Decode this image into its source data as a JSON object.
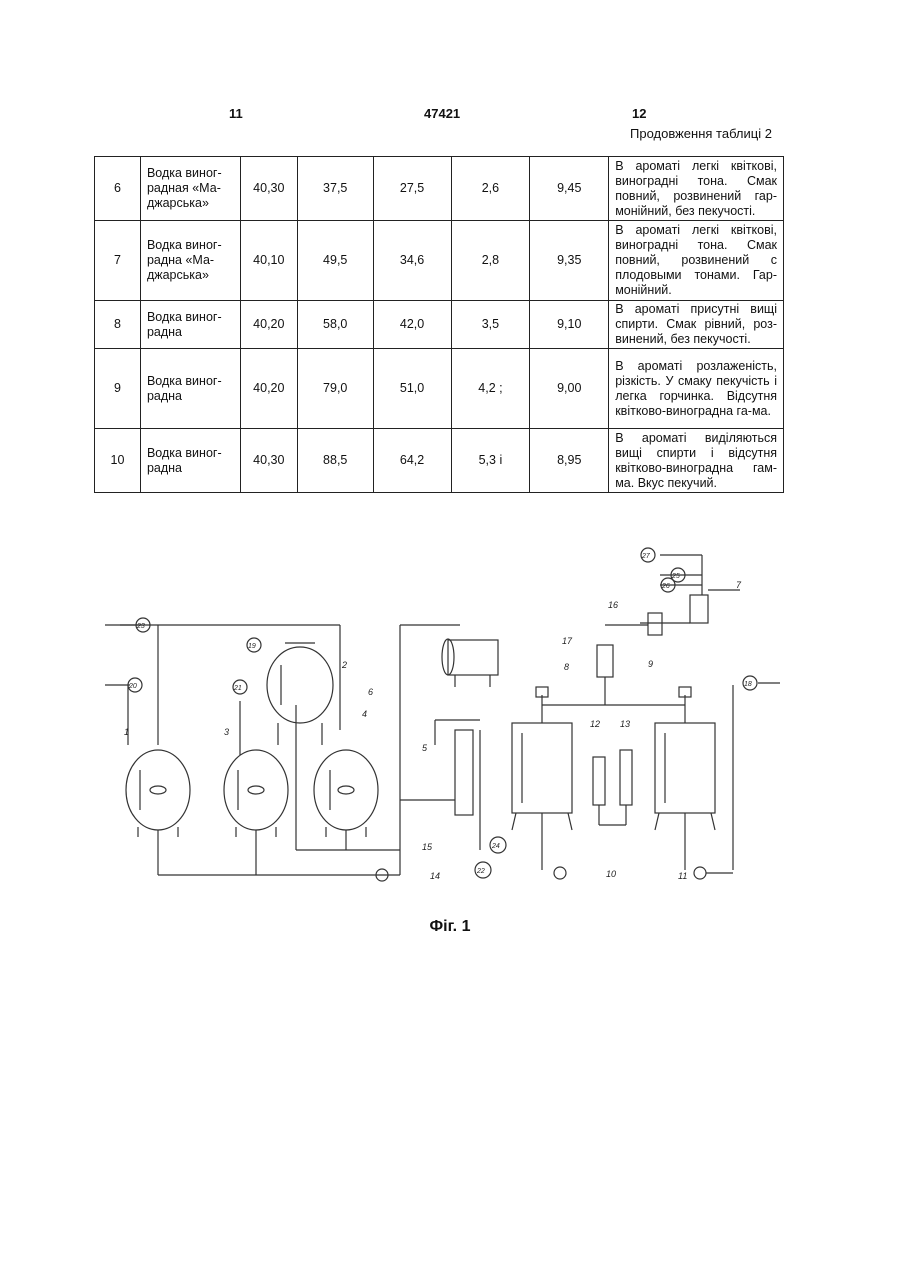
{
  "header": {
    "page_left": "11",
    "patent_number": "47421",
    "page_right": "12",
    "continuation": "Продовження таблиці 2"
  },
  "table": {
    "rows": [
      {
        "num": "6",
        "name": "Водка виног-радная «Ма-джарська»",
        "c1": "40,30",
        "c2": "37,5",
        "c3": "27,5",
        "c4": "2,6",
        "c5": "9,45",
        "desc": "В ароматі легкі квіткові, виноградні тона. Смак повний, розвинений гар-монійний, без пекучості."
      },
      {
        "num": "7",
        "name": "Водка виног-радна «Ма-джарська»",
        "c1": "40,10",
        "c2": "49,5",
        "c3": "34,6",
        "c4": "2,8",
        "c5": "9,35",
        "desc": "В ароматі легкі квіткові, виноградні тона. Смак повний, розвинений с плодовыми тонами. Гар-монійний."
      },
      {
        "num": "8",
        "name": "Водка виног-радна",
        "c1": "40,20",
        "c2": "58,0",
        "c3": "42,0",
        "c4": "3,5",
        "c5": "9,10",
        "desc": "В ароматі присутні вищі спирти. Смак рівний, роз-винений, без пекучості."
      },
      {
        "num": "9",
        "name": "Водка виног-радна",
        "c1": "40,20",
        "c2": "79,0",
        "c3": "51,0",
        "c4": "4,2 ;",
        "c5": "9,00",
        "desc": "В ароматі розлаженість, різкість. У смаку пекучість і легка горчинка. Відсутня квітково-виноградна га-ма."
      },
      {
        "num": "10",
        "name": "Водка виног-радна",
        "c1": "40,30",
        "c2": "88,5",
        "c3": "64,2",
        "c4": "5,3 і",
        "c5": "8,95",
        "desc": "В ароматі виділяються вищі спирти і відсутня квітково-виноградна гам-ма. Вкус пекучий."
      }
    ]
  },
  "figure": {
    "caption": "Фіг. 1",
    "labels": {
      "n1": "1",
      "n2": "2",
      "n3": "3",
      "n4": "4",
      "n5": "5",
      "n6": "6",
      "n7": "7",
      "n8": "8",
      "n9": "9",
      "n10": "10",
      "n11": "11",
      "n12": "12",
      "n13": "13",
      "n14": "14",
      "n15": "15",
      "n16": "16",
      "n17": "17",
      "b18": "18",
      "b19": "19",
      "b20": "20",
      "b21": "21",
      "b22": "22",
      "b23": "23",
      "b24": "24",
      "b25": "25",
      "b26": "26",
      "b27": "27"
    }
  }
}
